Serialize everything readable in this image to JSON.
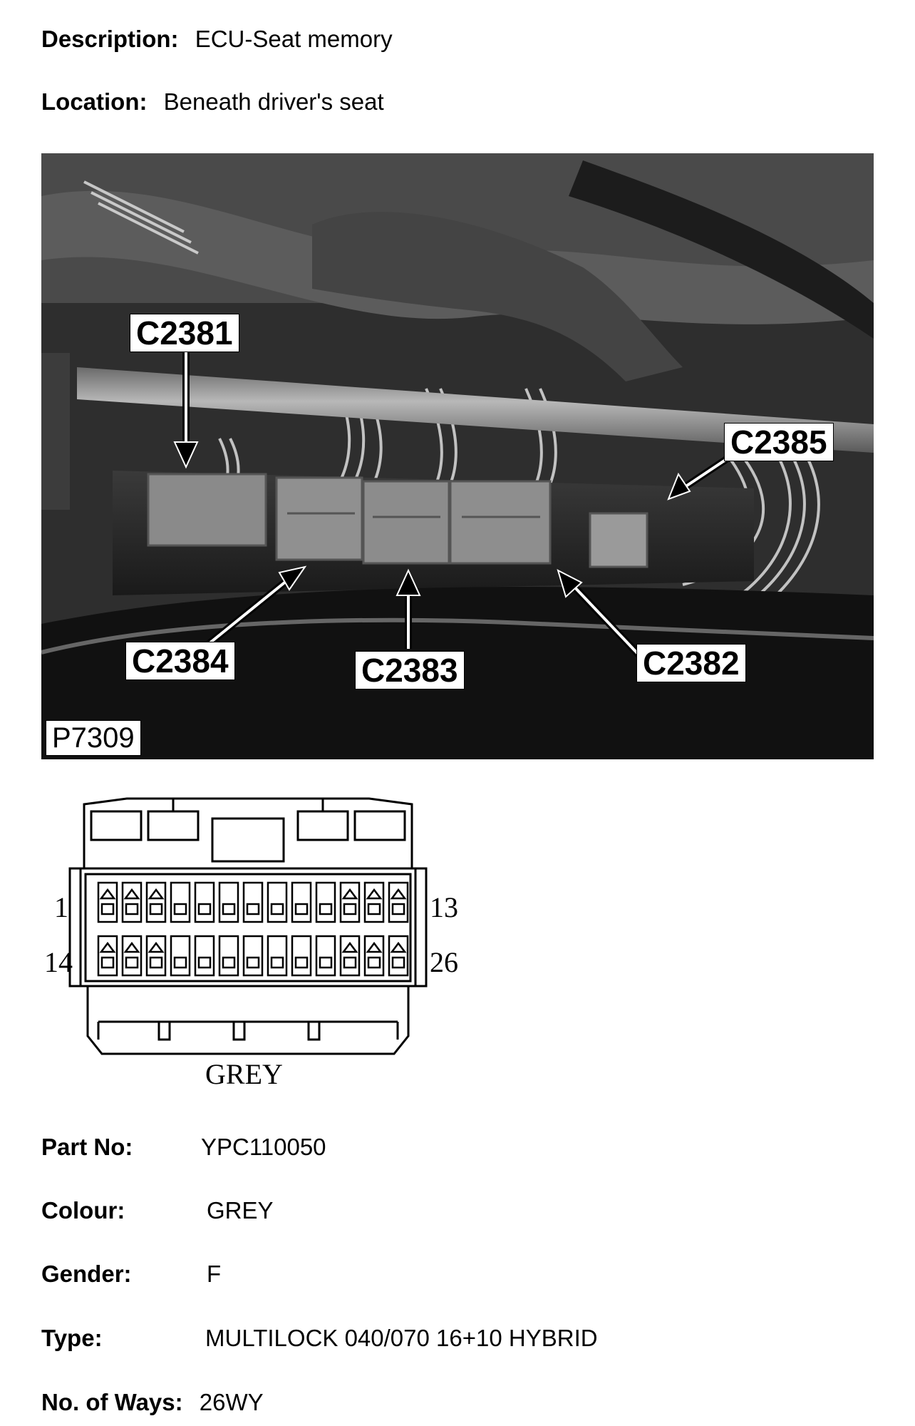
{
  "header": {
    "description_label": "Description:",
    "description_value": "ECU-Seat memory",
    "location_label": "Location:",
    "location_value": "Beneath driver's seat"
  },
  "photo": {
    "code": "P7309",
    "callouts": [
      "C2381",
      "C2385",
      "C2384",
      "C2383",
      "C2382"
    ]
  },
  "connector": {
    "pin_top_left": "1",
    "pin_top_right": "13",
    "pin_bottom_left": "14",
    "pin_bottom_right": "26",
    "colour_label": "GREY"
  },
  "specs": {
    "part_no_label": "Part No:",
    "part_no_value": "YPC110050",
    "colour_label": "Colour:",
    "colour_value": "GREY",
    "gender_label": "Gender:",
    "gender_value": "F",
    "type_label": "Type:",
    "type_value": "MULTILOCK 040/070 16+10 HYBRID",
    "ways_label": "No. of Ways:",
    "ways_value": "26WY"
  }
}
